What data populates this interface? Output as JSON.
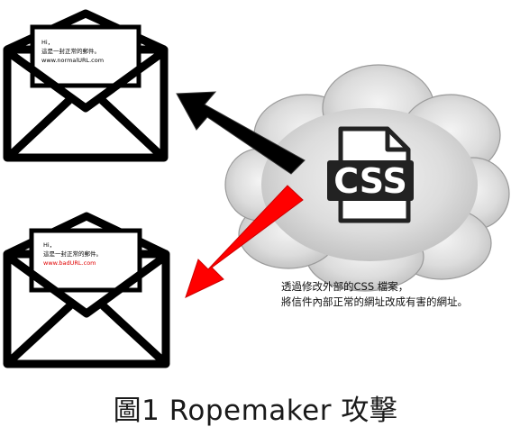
{
  "envelope_normal": {
    "line1": "Hi，",
    "line2": "這是一封正常的郵件。",
    "line3": "www.normalURL.com"
  },
  "envelope_bad": {
    "line1": "Hi，",
    "line2": "這是一封正常的郵件。",
    "line3": "www.badURL.com"
  },
  "css_file": {
    "label": "CSS"
  },
  "description": {
    "line1": "透過修改外部的CSS 檔案，",
    "line2": "將信件內部正常的網址改成有害的網址。"
  },
  "figure_caption": "圖1 Ropemaker 攻擊",
  "colors": {
    "bad_url": "#e00000",
    "red_arrow": "#ff0000",
    "black_arrow": "#000000",
    "cloud_fill": "#d4d4d4"
  }
}
